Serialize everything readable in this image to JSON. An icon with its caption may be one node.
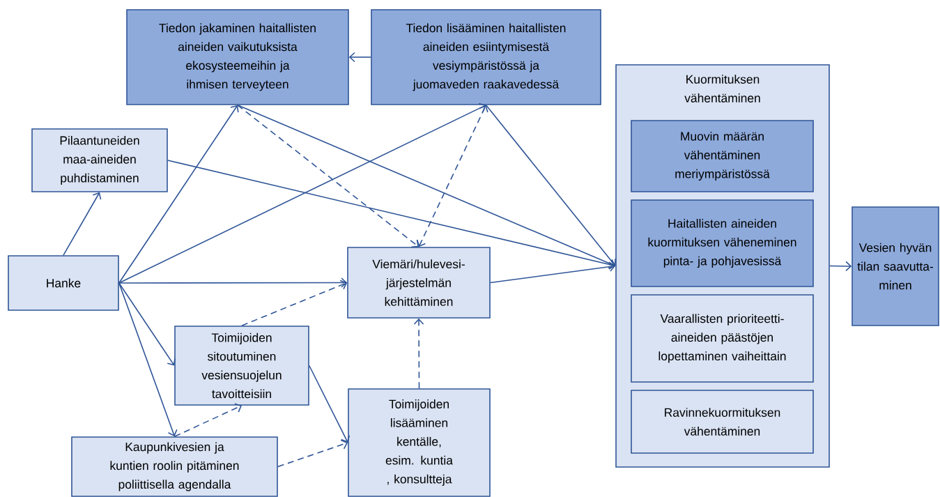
{
  "diagram": {
    "nodes": [
      {
        "text": [
          "Tiedon jakaminen haitallisten aineiden vaikutuksista ekosysteemeihin ja ihmisen terveyteen"
        ]
      },
      {
        "text": [
          "Tiedon lisääminen haitallisten aineiden esiintymisestä vesiympäristössä ja juomaveden raakavedessä"
        ]
      },
      {
        "text": [
          "Kuormituksen vähentäminen"
        ]
      },
      {
        "text": [
          "Muovin määrän vähentäminen meriympäristössä"
        ],
        "in": 2
      },
      {
        "text": [
          "Haitallisten aineiden kuormituksen väheneminen pinta- ja pohjavesissä"
        ],
        "in": 2
      },
      {
        "text": [
          "Vaarallisten prioriteetti-aineiden päästöjen lopettaminen vaiheittain"
        ],
        "in": 2
      },
      {
        "text": [
          "Ravinnekuormituksen vähentäminen"
        ],
        "in": 2
      },
      {
        "text": [
          "Vesien hyvän tilan saavutta-minen"
        ]
      },
      {
        "text": [
          "Pilaantuneiden maa-aineiden puhdistaminen"
        ]
      },
      {
        "text": [
          "Viemäri/hulevesi-järjestelmän kehittäminen"
        ]
      },
      {
        "text": [
          "Hanke"
        ]
      },
      {
        "text": [
          "Toimijoiden sitoutuminen vesiensuojelun tavoitteisiin"
        ]
      },
      {
        "text": [
          "Toimijoiden lisääminen kentälle, esim. kuntia , konsultteja"
        ]
      },
      {
        "text": [
          "Kaupunkivesien ja kuntien roolin pitäminen poliittisella agendalla"
        ]
      }
    ],
    "edges": [
      {
        "from": 1,
        "to": 0,
        "arrow": "to"
      },
      {
        "from": 10,
        "to": 8,
        "arrow": "to"
      },
      {
        "from": 10,
        "to": 0,
        "arrow": "to"
      },
      {
        "from": 10,
        "to": 1,
        "arrow": "to"
      },
      {
        "from": 10,
        "to": 9,
        "arrow": "to"
      },
      {
        "from": 10,
        "to": 11,
        "arrow": "to"
      },
      {
        "from": 10,
        "to": 13,
        "arrow": "to"
      },
      {
        "from": 8,
        "to": 2,
        "arrow": "to"
      },
      {
        "from": 0,
        "to": 2,
        "arrow": "to"
      },
      {
        "from": 1,
        "to": 2,
        "arrow": "to"
      },
      {
        "from": 9,
        "to": 2,
        "arrow": "to"
      },
      {
        "from": 0,
        "to": 9,
        "arrow": "to",
        "style": "dashed"
      },
      {
        "from": 9,
        "to": 1,
        "arrow": "both",
        "style": "dashed"
      },
      {
        "from": 11,
        "to": 9,
        "arrow": "to",
        "style": "dashed"
      },
      {
        "from": 13,
        "to": 11,
        "arrow": "to",
        "style": "dashed"
      },
      {
        "from": 11,
        "to": 12,
        "arrow": "to"
      },
      {
        "from": 13,
        "to": 12,
        "arrow": "to",
        "style": "dashed"
      },
      {
        "from": 12,
        "to": 9,
        "arrow": "to",
        "style": "dashed"
      },
      {
        "from": 2,
        "to": 7,
        "arrow": "to"
      }
    ]
  }
}
